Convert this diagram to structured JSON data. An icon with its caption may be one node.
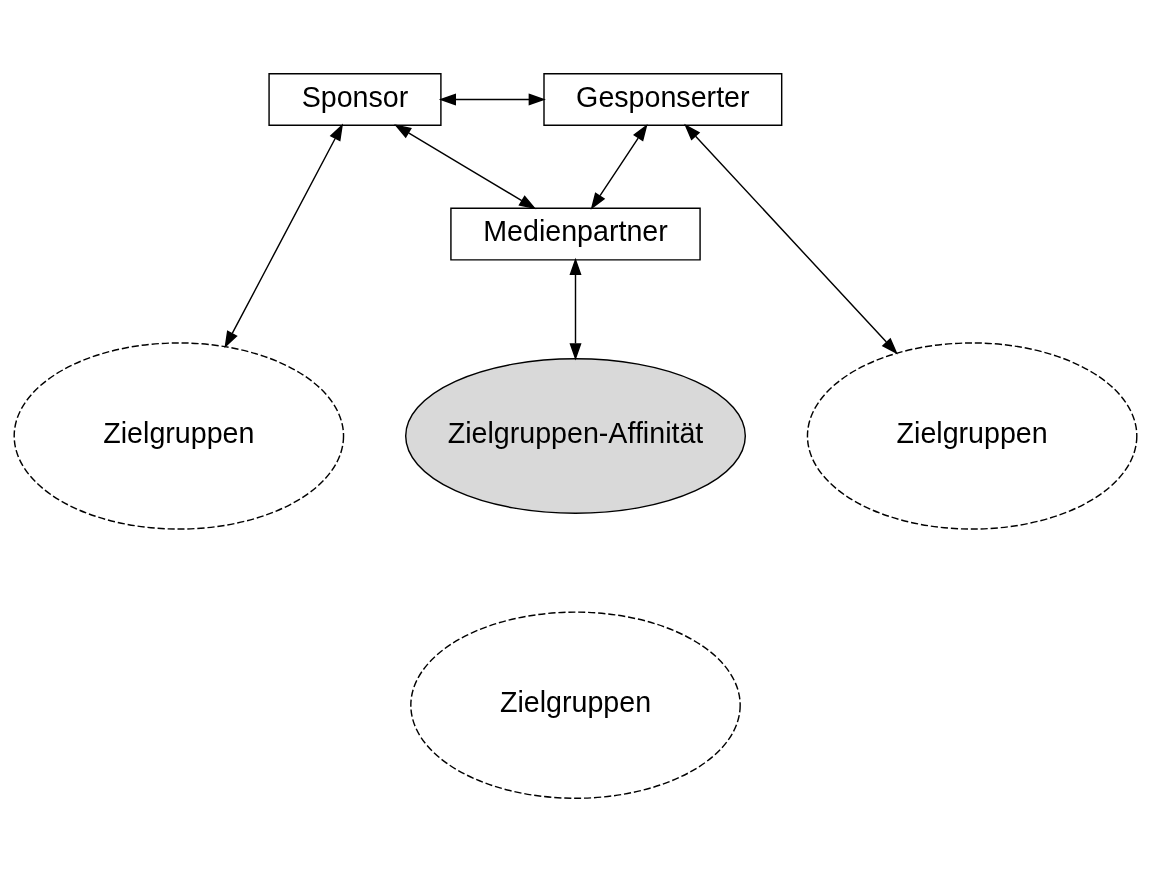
{
  "diagram": {
    "nodes": [
      {
        "text": [
          "Sponsor"
        ]
      },
      {
        "text": [
          "Gesponserter"
        ]
      },
      {
        "text": [
          "Medienpartner"
        ]
      },
      {
        "text": [
          "Zielgruppen"
        ]
      },
      {
        "text": [
          "Zielgruppen"
        ]
      },
      {
        "text": [
          "Zielgruppen"
        ]
      },
      {
        "text": [
          "Zielgruppen-Affinität"
        ]
      }
    ],
    "edges": [
      {
        "from": 0,
        "to": 1,
        "arrow": "both"
      },
      {
        "from": 0,
        "to": 2,
        "arrow": "both"
      },
      {
        "from": 1,
        "to": 2,
        "arrow": "both"
      },
      {
        "from": 0,
        "to": 3,
        "arrow": "both"
      },
      {
        "from": 1,
        "to": 4,
        "arrow": "both"
      },
      {
        "from": 2,
        "to": 6,
        "arrow": "both"
      }
    ]
  }
}
